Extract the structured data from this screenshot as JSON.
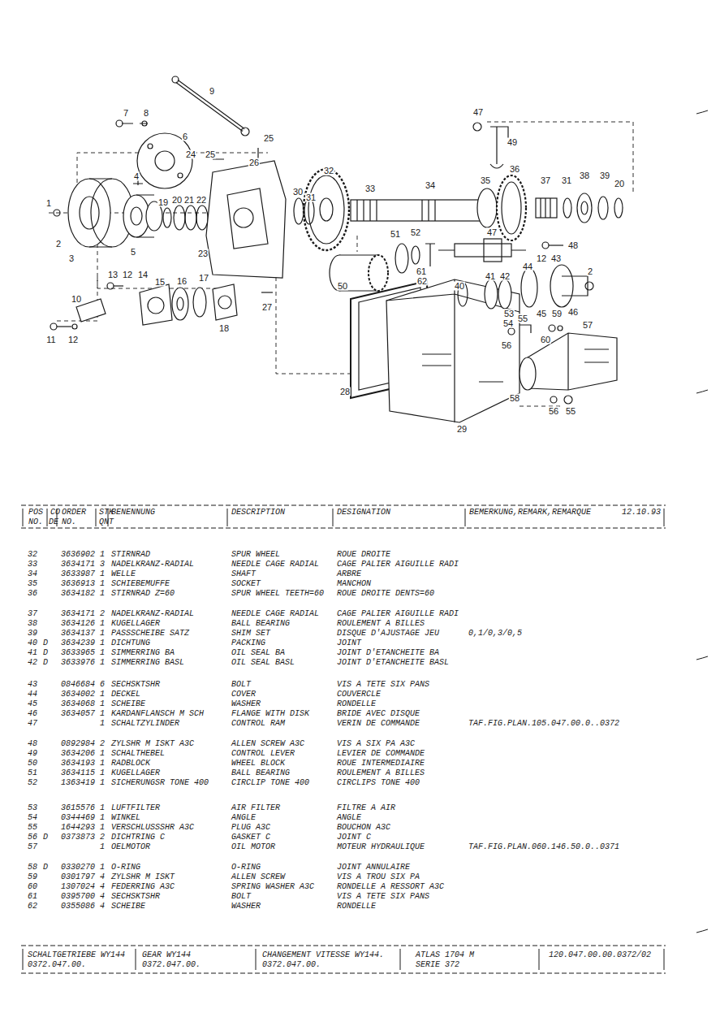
{
  "diagram": {
    "labels": [
      "9",
      "7",
      "8",
      "6",
      "25",
      "24",
      "25",
      "26",
      "32",
      "4",
      "30",
      "31",
      "33",
      "34",
      "47",
      "49",
      "36",
      "35",
      "37",
      "31",
      "38",
      "39",
      "20",
      "1",
      "19",
      "20",
      "21",
      "22",
      "2",
      "3",
      "5",
      "23",
      "51",
      "52",
      "47",
      "48",
      "12",
      "43",
      "44",
      "2",
      "61",
      "62",
      "50",
      "13",
      "12",
      "14",
      "15",
      "16",
      "17",
      "40",
      "41",
      "42",
      "10",
      "27",
      "53",
      "55",
      "54",
      "45",
      "59",
      "46",
      "57",
      "18",
      "11",
      "12",
      "60",
      "56",
      "28",
      "58",
      "56",
      "55",
      "29",
      "POS",
      "CO",
      "ORDER",
      "STK",
      "BENENNUNG",
      "DESCRIPTION",
      "DESIGNATION",
      "BEMERKUNG,REMARK,REMARQUE",
      "12.10.93",
      "NO.",
      "DE",
      "NO.",
      "QNT",
      "32",
      "3636902",
      "1",
      "STIRNRAD",
      "SPUR WHEEL",
      "ROUE DROITE",
      "33",
      "3634171",
      "3",
      "NADELKRANZ-RADIAL",
      "NEEDLE CAGE RADIAL",
      "CAGE PALIER AIGUILLE RADI",
      "34",
      "3633987",
      "1",
      "WELLE",
      "SHAFT",
      "ARBRE",
      "35",
      "3636913",
      "1",
      "SCHIEBEMUFFE",
      "SOCKET",
      "MANCHON",
      "36",
      "3634182",
      "1",
      "STIRNRAD Z=60",
      "SPUR WHEEL TEETH=60",
      "ROUE DROITE DENTS=60",
      "37",
      "3634171",
      "2",
      "NADELKRANZ-RADIAL",
      "NEEDLE CAGE RADIAL",
      "CAGE PALIER AIGUILLE RADI",
      "38",
      "3634126",
      "1",
      "KUGELLAGER",
      "BALL BEARING",
      "ROULEMENT A BILLES",
      "39",
      "3634137",
      "1",
      "PASSSCHEIBE SATZ",
      "SHIM SET",
      "DISQUE D'AJUSTAGE JEU",
      "0,1/0,3/0,5",
      "40",
      "D",
      "3634239",
      "1",
      "DICHTUNG",
      "PACKING",
      "JOINT",
      "41",
      "D",
      "3633965",
      "1",
      "SIMMERRING BA",
      "OIL SEAL BA",
      "JOINT D'ETANCHEITE BA",
      "42",
      "D",
      "3633976",
      "1",
      "SIMMERRING BASL",
      "OIL SEAL BASL",
      "JOINT D'ETANCHEITE BASL",
      "43",
      "0846684",
      "6",
      "SECHSKTSHR",
      "BOLT",
      "VIS A TETE SIX PANS",
      "44",
      "3634002",
      "1",
      "DECKEL",
      "COVER",
      "COUVERCLE",
      "45",
      "3634068",
      "1",
      "SCHEIBE",
      "WASHER",
      "RONDELLE",
      "46",
      "3634057",
      "1",
      "KARDANFLANSCH M SCH",
      "FLANGE WITH DISK",
      "BRIDE AVEC DISQUE",
      "47",
      "1",
      "SCHALTZYLINDER",
      "CONTROL RAM",
      "VERIN DE COMMANDE",
      "TAF.FIG.PLAN.105.047.00.0..0372",
      "48",
      "0892984",
      "2",
      "ZYLSHR M ISKT A3C",
      "ALLEN SCREW A3C",
      "VIS A SIX PA A3C",
      "49",
      "3634206",
      "1",
      "SCHALTHEBEL",
      "CONTROL LEVER",
      "LEVIER DE COMMANDE",
      "50",
      "3634193",
      "1",
      "RADBLOCK",
      "WHEEL BLOCK",
      "ROUE INTERMEDIAIRE",
      "51",
      "3634115",
      "1",
      "KUGELLAGER",
      "BALL BEARING",
      "ROULEMENT A BILLES",
      "52",
      "1363419",
      "1",
      "SICHERUNGSR TONE 400",
      "CIRCLIP TONE 400",
      "CIRCLIPS TONE 400",
      "53",
      "3615576",
      "1",
      "LUFTFILTER",
      "AIR FILTER",
      "FILTRE A AIR",
      "54",
      "0344469",
      "1",
      "WINKEL",
      "ANGLE",
      "ANGLE",
      "55",
      "1644293",
      "1",
      "VERSCHLUSSSHR A3C",
      "PLUG A3C",
      "BOUCHON A3C",
      "56",
      "D",
      "0373873",
      "2",
      "DICHTRING C",
      "GASKET C",
      "JOINT C",
      "57",
      "1",
      "OELMOTOR",
      "OIL MOTOR",
      "MOTEUR HYDRAULIQUE",
      "TAF.FIG.PLAN.060.146.50.0..0371",
      "58",
      "D",
      "0330270",
      "1",
      "O-RING",
      "O-RING",
      "JOINT ANNULAIRE",
      "59",
      "0301797",
      "4",
      "ZYLSHR M ISKT",
      "ALLEN SCREW",
      "VIS A TROU SIX PA",
      "60",
      "1307024",
      "4",
      "FEDERRING A3C",
      "SPRING WASHER A3C",
      "RONDELLE A RESSORT A3C",
      "61",
      "0395700",
      "4",
      "SECHSKTSHR",
      "BOLT",
      "VIS A TETE SIX PANS",
      "62",
      "0355086",
      "4",
      "SCHEIBE",
      "WASHER",
      "RONDELLE",
      "SCHALTGETRIEBE WY144",
      "GEAR WY144",
      "CHANGEMENT VITESSE WY144.",
      "ATLAS 1704 M",
      "120.047.00.00.0372/02",
      "0372.047.00.",
      "0372.047.00.",
      "0372.047.00.",
      "SERIE 372"
    ]
  }
}
